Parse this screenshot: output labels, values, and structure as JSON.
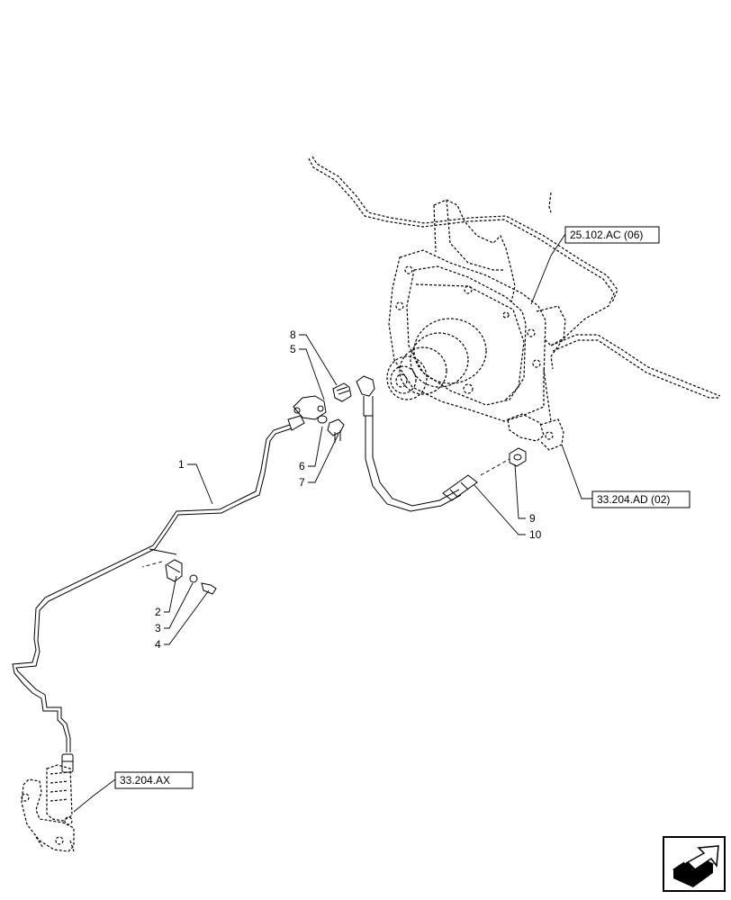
{
  "callouts": [
    {
      "id": "c8",
      "label": "8"
    },
    {
      "id": "c5",
      "label": "5"
    },
    {
      "id": "c6",
      "label": "6"
    },
    {
      "id": "c7",
      "label": "7"
    },
    {
      "id": "c1",
      "label": "1"
    },
    {
      "id": "c2",
      "label": "2"
    },
    {
      "id": "c3",
      "label": "3"
    },
    {
      "id": "c4",
      "label": "4"
    },
    {
      "id": "c9",
      "label": "9"
    },
    {
      "id": "c10",
      "label": "10"
    }
  ],
  "references": {
    "top_right": "25.102.AC (06)",
    "mid_right": "33.204.AD (02)",
    "bottom_left": "33.204.AX"
  },
  "nav": {
    "icon": "next-page-arrow-icon"
  }
}
